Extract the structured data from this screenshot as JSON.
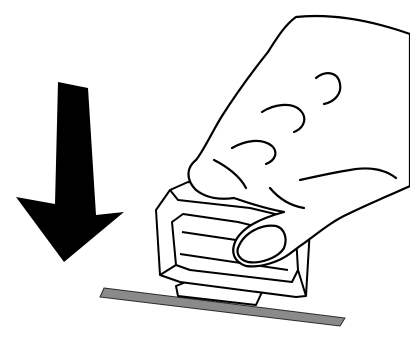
{
  "figure": {
    "kind": "line-art-illustration",
    "elements": [
      "down-arrow",
      "hand",
      "clip-piece",
      "mount-base",
      "surface-plate"
    ],
    "colors": {
      "ink": "#000000",
      "paper": "#ffffff",
      "plate": "#8a8a8a"
    }
  }
}
